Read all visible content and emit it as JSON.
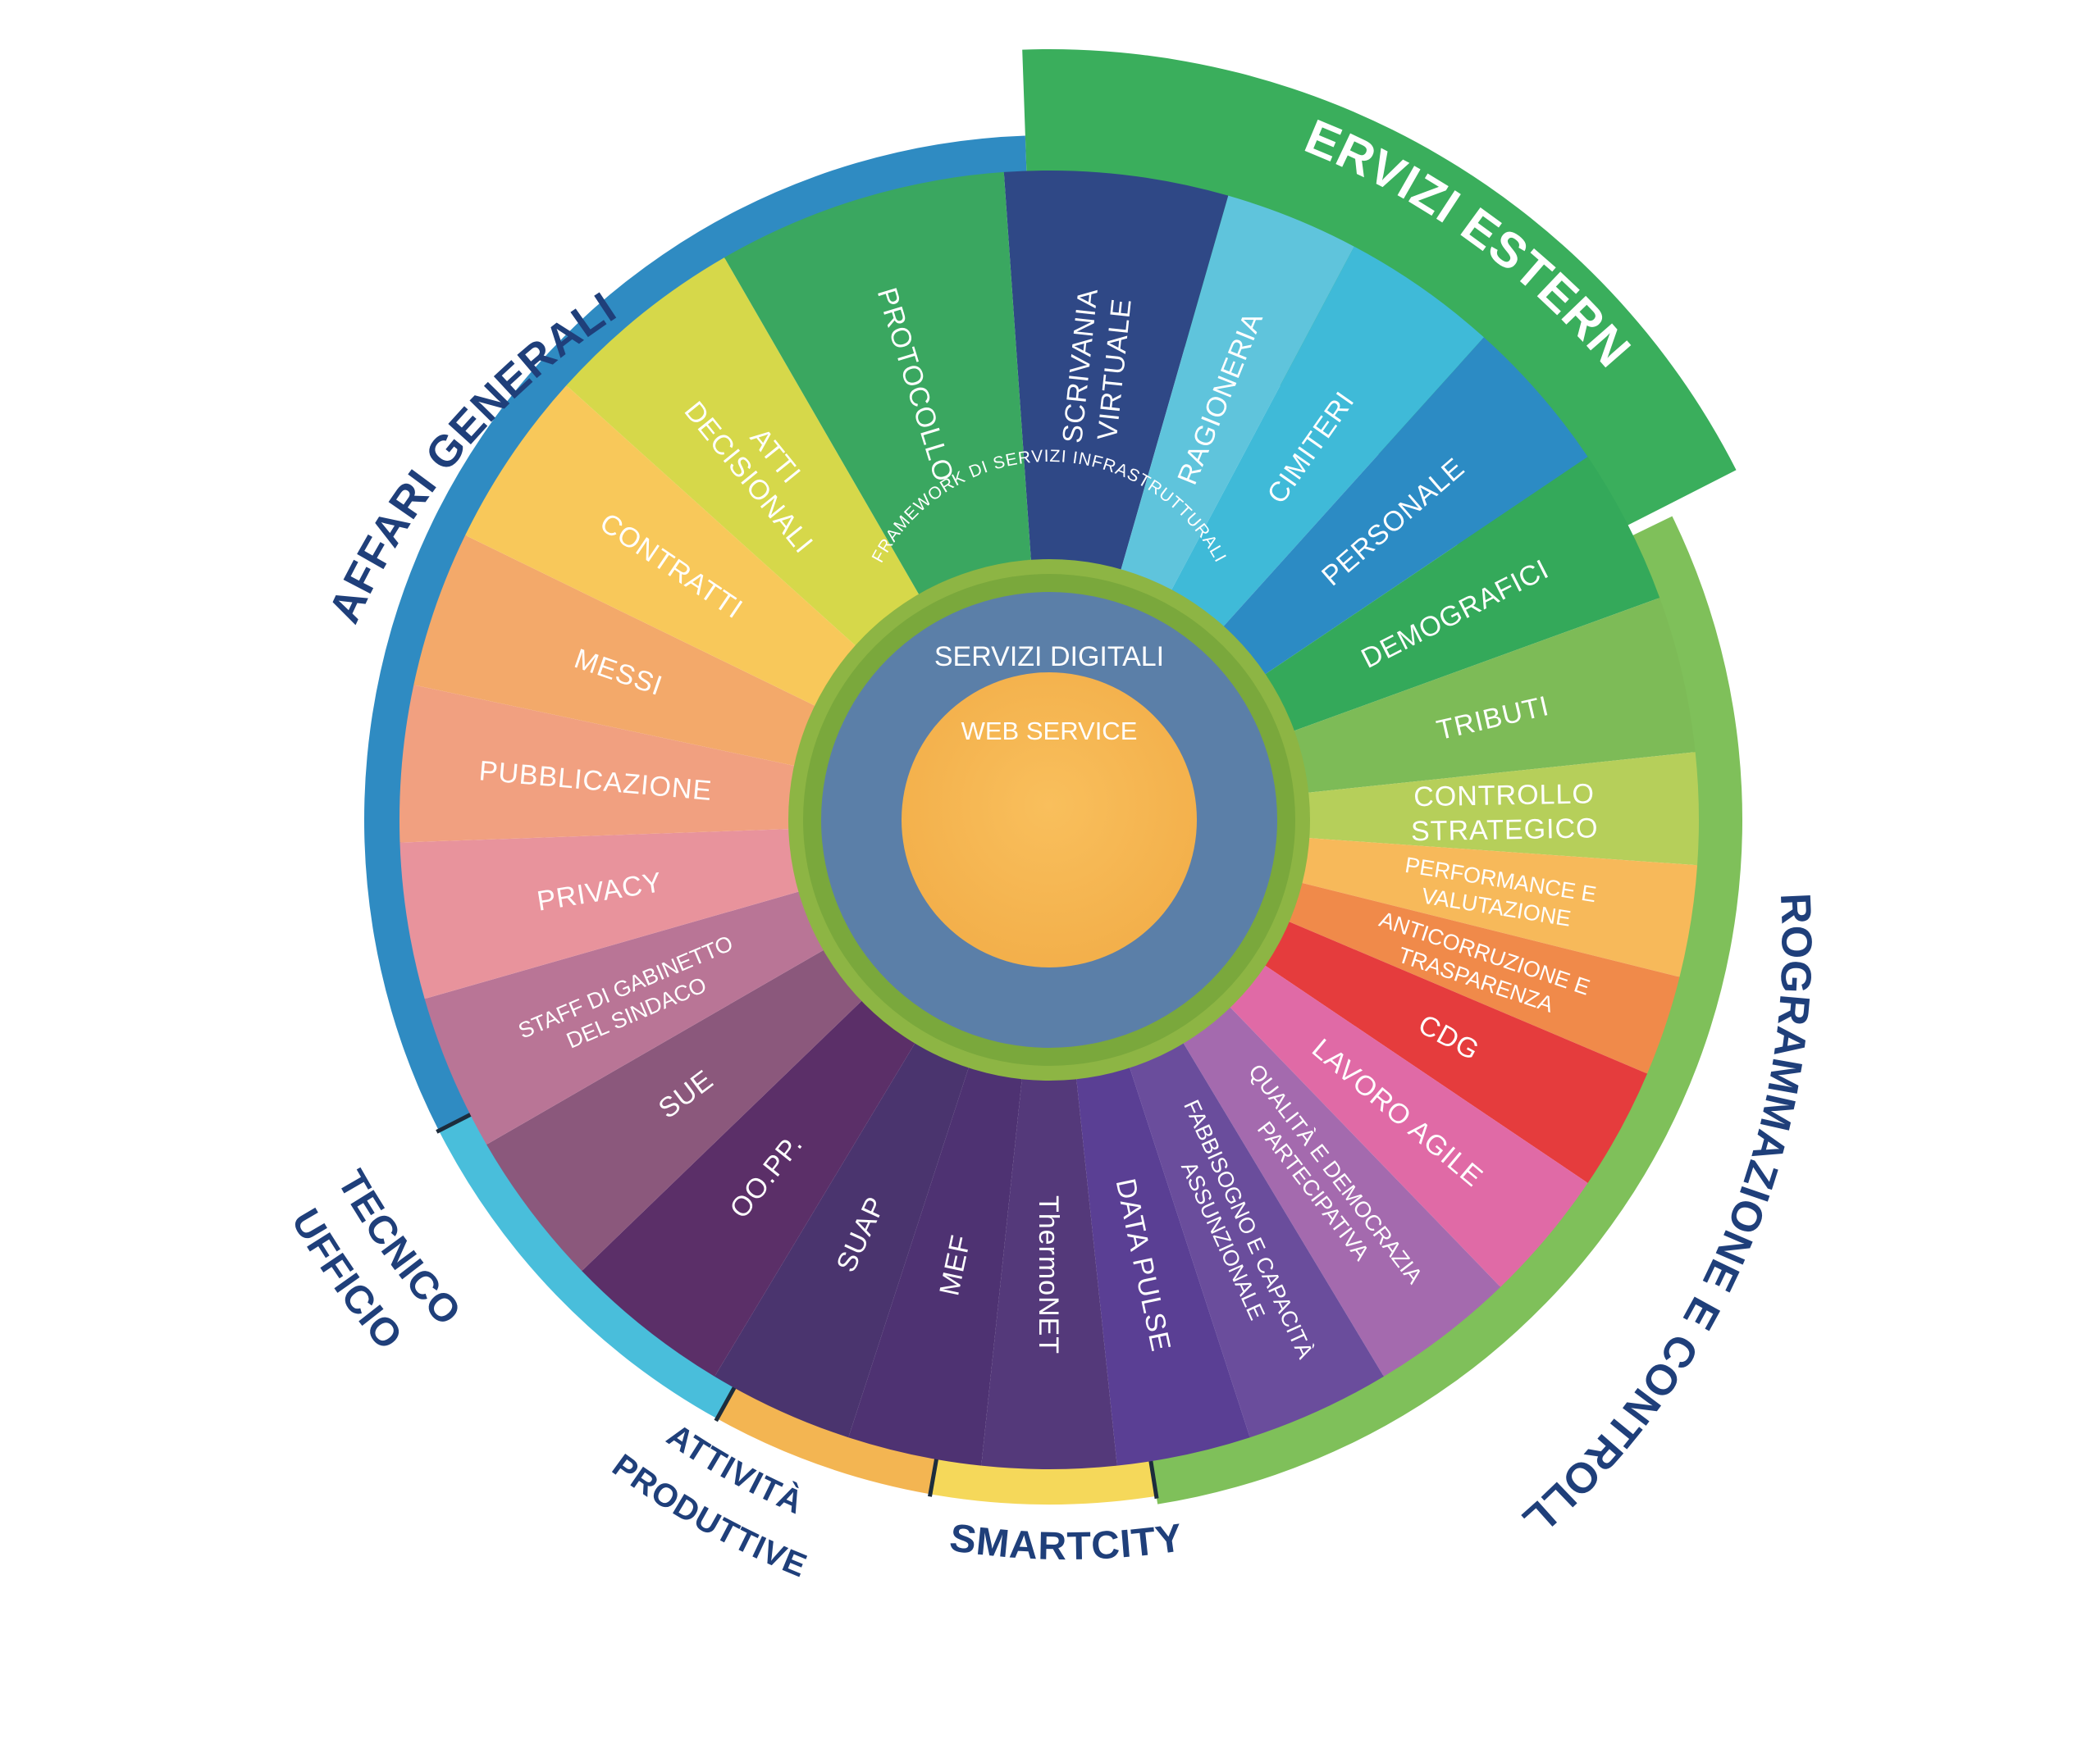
{
  "core": {
    "framework_label": "FRAMEWORK  DI SERVIZI INFRASTRUTTURALI",
    "digital_label": "SERVIZI DIGITALI",
    "web_label": "WEB SERVICE"
  },
  "colors": {
    "framework_ring": "#8db544",
    "digital_ring": "#5b7fa8",
    "web_core": "#f6b552",
    "group_text": "#1f3f7a"
  },
  "segments": [
    {
      "id": "scrivania-virtuale",
      "lines": [
        "SCRIVANIA",
        "VIRTUALE"
      ],
      "color": "#2f4886"
    },
    {
      "id": "ragioneria",
      "lines": [
        "RAGIONERIA"
      ],
      "color": "#5fc4dc"
    },
    {
      "id": "cimiteri",
      "lines": [
        "CIMITERI"
      ],
      "color": "#3fbad8"
    },
    {
      "id": "personale",
      "lines": [
        "PERSONALE"
      ],
      "color": "#2c8bc4"
    },
    {
      "id": "demografici",
      "lines": [
        "DEMOGRAFICI"
      ],
      "color": "#34a95a"
    },
    {
      "id": "tributi",
      "lines": [
        "TRIBUTI"
      ],
      "color": "#7dbb57"
    },
    {
      "id": "controllo-strategico",
      "lines": [
        "CONTROLLO",
        "STRATEGICO"
      ],
      "color": "#b6cf5a"
    },
    {
      "id": "performance-valutazione",
      "lines": [
        "PERFORMANCE E",
        "VALUTAZIONE"
      ],
      "color": "#f7b95a",
      "small": true
    },
    {
      "id": "anticorruzione-trasparenza",
      "lines": [
        "ANTICORRUZIONE E",
        "TRASPARENZA"
      ],
      "color": "#f08a4a",
      "small": true
    },
    {
      "id": "cdg",
      "lines": [
        "CDG"
      ],
      "color": "#e53c3d"
    },
    {
      "id": "lavoro-agile",
      "lines": [
        "LAVORO AGILE"
      ],
      "color": "#e06aa6"
    },
    {
      "id": "qualita-democrazia",
      "lines": [
        "QUALITÀ E DEMOCRAZIA",
        "PARTECIPATIVA"
      ],
      "color": "#a46aae",
      "small": true
    },
    {
      "id": "fabbisogno-capacita",
      "lines": [
        "FABBISOGNO E CAPACITÀ",
        "ASSUNZIONALE"
      ],
      "color": "#6a4d9c",
      "small": true
    },
    {
      "id": "data-pulse",
      "lines": [
        "DATA PULSE"
      ],
      "color": "#5a3f94"
    },
    {
      "id": "thermonet",
      "lines": [
        "ThermoNET"
      ],
      "color": "#54397a"
    },
    {
      "id": "mef",
      "lines": [
        "MEF"
      ],
      "color": "#4e3272"
    },
    {
      "id": "suap",
      "lines": [
        "SUAP"
      ],
      "color": "#4a346e"
    },
    {
      "id": "oo-pp",
      "lines": [
        "OO.PP."
      ],
      "color": "#5b2f68"
    },
    {
      "id": "sue",
      "lines": [
        "SUE"
      ],
      "color": "#8b587c"
    },
    {
      "id": "staff-gabinetto",
      "lines": [
        "STAFF DI GABINETTO",
        "DEL SINDACO"
      ],
      "color": "#b97596",
      "small": true
    },
    {
      "id": "privacy",
      "lines": [
        "PRIVACY"
      ],
      "color": "#e8939c"
    },
    {
      "id": "pubblicazione",
      "lines": [
        "PUBBLICAZIONE"
      ],
      "color": "#f1a080"
    },
    {
      "id": "messi",
      "lines": [
        "MESSI"
      ],
      "color": "#f3a96a"
    },
    {
      "id": "contratti",
      "lines": [
        "CONTRATTI"
      ],
      "color": "#f8c85a"
    },
    {
      "id": "atti-decisionali",
      "lines": [
        "ATTI",
        "DECISIONALI"
      ],
      "color": "#d6d84a"
    },
    {
      "id": "protocollo",
      "lines": [
        "PROTOCOLLO"
      ],
      "color": "#3aa760"
    }
  ],
  "groups": [
    {
      "id": "servizi-esterni",
      "label": "SERVIZI ESTERNI",
      "color": "#3aae5c"
    },
    {
      "id": "programmazione-controllo",
      "label": "PROGRAMMAZIONE E CONTROLLO",
      "color": "#7fc05a"
    },
    {
      "id": "smartcity",
      "label": "SMARTCITY",
      "color": "#f5d85a"
    },
    {
      "id": "attivita-produttive",
      "label_lines": [
        "ATTIVITÀ",
        "PRODUTTIVE"
      ],
      "color": "#f3b552"
    },
    {
      "id": "ufficio-tecnico",
      "label_lines": [
        "UFFICIO",
        "TECNICO"
      ],
      "color": "#49bedb"
    },
    {
      "id": "affari-generali",
      "label": "AFFARI GENERALI",
      "color": "#2f8bc2"
    }
  ]
}
